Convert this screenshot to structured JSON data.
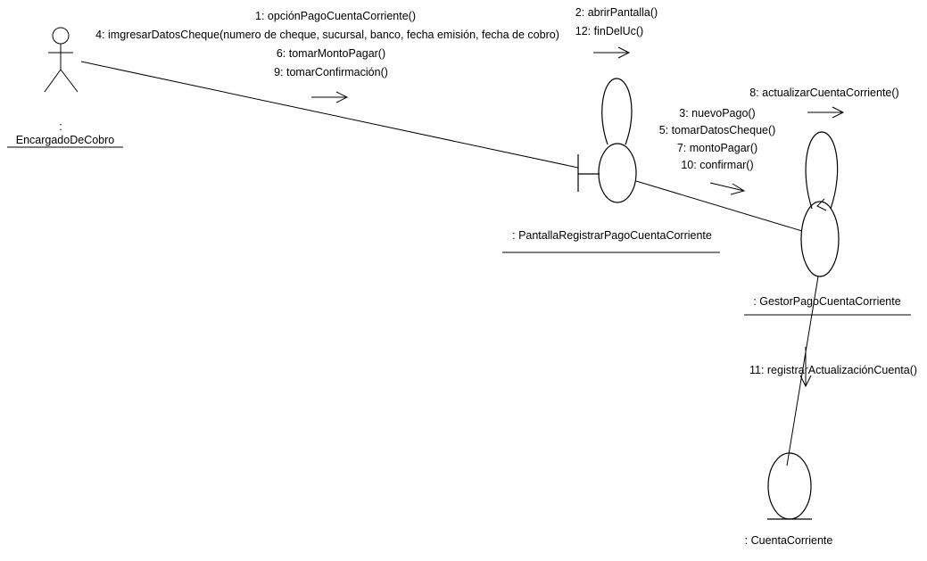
{
  "actor": {
    "colon": ":",
    "name": "EncargadoDeCobro"
  },
  "objects": {
    "boundary": ": PantallaRegistrarPagoCuentaCorriente",
    "control": ": GestorPagoCuentaCorriente",
    "entity": ": CuentaCorriente"
  },
  "messages": {
    "actor_to_screen": [
      "1: opciónPagoCuentaCorriente()",
      "4: imgresarDatosCheque(numero de cheque, sucursal, banco, fecha emisión, fecha de cobro)",
      "6: tomarMontoPagar()",
      "9: tomarConfirmación()"
    ],
    "screen_self": [
      "2: abrirPantalla()",
      "12: finDelUc()"
    ],
    "control_self": [
      "8: actualizarCuentaCorriente()"
    ],
    "screen_to_control": [
      "3: nuevoPago()",
      "5: tomarDatosCheque()",
      "7: montoPagar()",
      "10: confirmar()"
    ],
    "control_to_entity": [
      "11: registrarActualizaciónCuenta()"
    ]
  }
}
